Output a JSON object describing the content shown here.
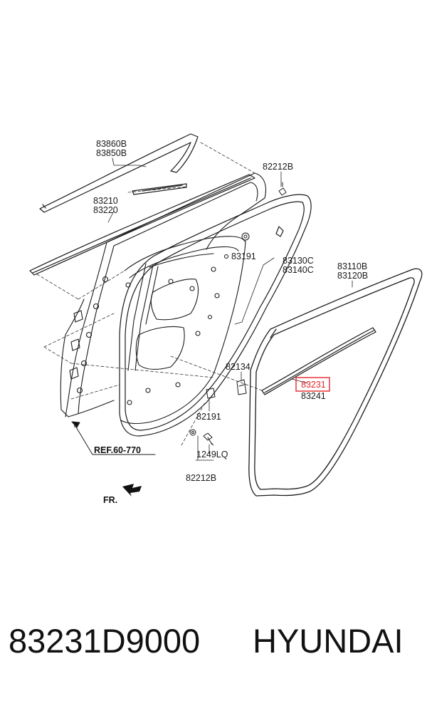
{
  "callouts": {
    "c83860b": "83860B",
    "c83850b": "83850B",
    "c83210": "83210",
    "c83220": "83220",
    "c82212b_top": "82212B",
    "c83191": "83191",
    "c83130c": "83130C",
    "c83140c": "83140C",
    "c83110b": "83110B",
    "c83120b": "83120B",
    "c82134": "82134",
    "c83231": "83231",
    "c83241": "83241",
    "c82191": "82191",
    "c1249lq": "1249LQ",
    "c82212b_bottom": "82212B",
    "ref": "REF.60-770",
    "front": "FR."
  },
  "highlight": {
    "part": "83231",
    "color": "#e8262b"
  },
  "footer": {
    "part_number": "83231D9000",
    "brand": "HYUNDAI"
  }
}
